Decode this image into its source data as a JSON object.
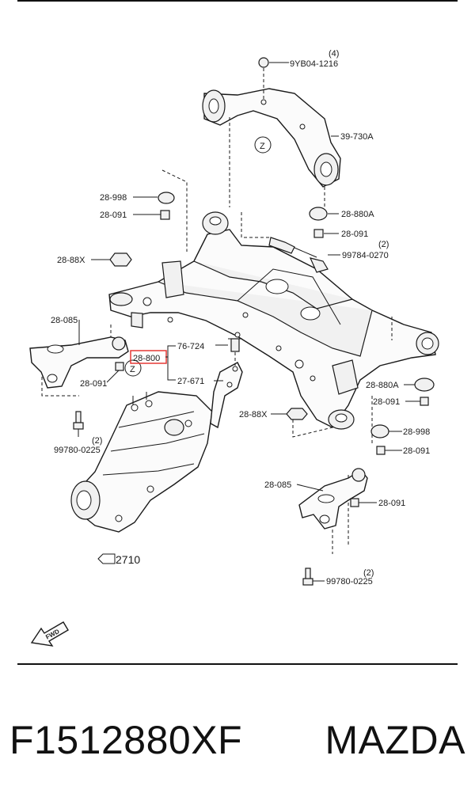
{
  "callouts": {
    "c1": "9YB04-1216",
    "c1q": "(4)",
    "c2": "39-730A",
    "c3": "28-998",
    "c4": "28-091",
    "c5": "28-880A",
    "c6": "28-091",
    "c7": "28-88X",
    "c8": "99784-0270",
    "c8q": "(2)",
    "c9": "28-085",
    "c10": "28-800",
    "c11": "76-724",
    "c12": "27-671",
    "c13": "28-091",
    "c14": "28-880A",
    "c15": "28-091",
    "c16": "28-88X",
    "c17": "28-998",
    "c18": "28-091",
    "c19": "99780-0225",
    "c19q": "(2)",
    "c20": "28-085",
    "c21": "28-091",
    "c22": "2710",
    "c23": "99780-0225",
    "c23q": "(2)",
    "z": "Z",
    "fwd": "FWD"
  },
  "footer": {
    "part_number": "F1512880XF",
    "brand": "MAZDA"
  },
  "colors": {
    "highlight": "#e53935"
  }
}
